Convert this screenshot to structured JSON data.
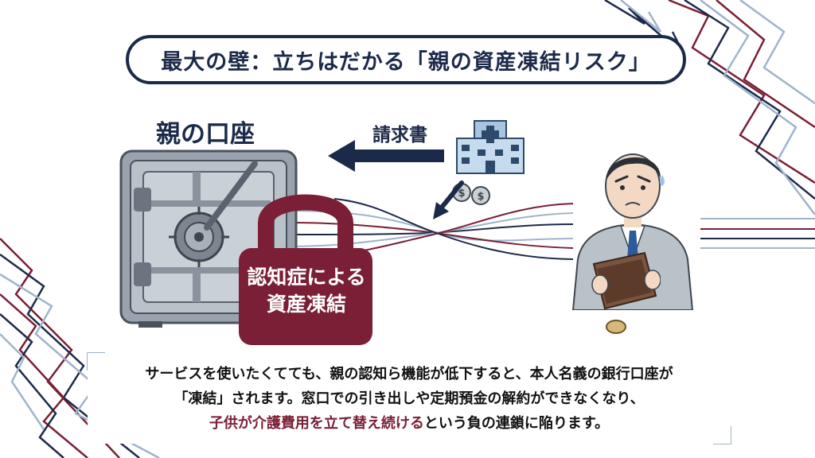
{
  "title": "最大の壁：立ちはだかる「親の資産凍結リスク」",
  "account_label": "親の口座",
  "invoice_label": "請求書",
  "lock_label": [
    "認知症による",
    "資産凍結"
  ],
  "description": {
    "line1": "サービスを使いたくてても、親の認知ら機能が低下すると、本人名義の銀行口座が",
    "line2": "「凍結」されます。窓口での引き出しや定期預金の解約ができなくなり、",
    "line3_highlight": "子供が介護費用を立て替え続ける",
    "line3_rest": "という負の連鎖に陥ります。"
  },
  "colors": {
    "navy": "#1c2a4a",
    "maroon": "#7a1f35",
    "light_blue": "#9fb4cc",
    "steel": "#9aa3ad"
  },
  "icons": [
    "bank-vault-icon",
    "padlock-icon",
    "hospital-icon",
    "coins-icon",
    "arrow-left-icon",
    "arrow-down-left-icon",
    "worried-man-icon",
    "empty-wallet-icon",
    "falling-coin-icon"
  ]
}
